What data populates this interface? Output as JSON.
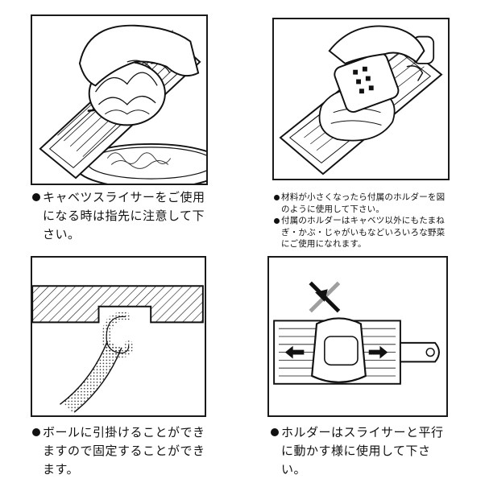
{
  "panels": [
    {
      "id": "top-left",
      "captions": [
        "キャベツスライサーをご使用になる時は指先に注意して下さい。"
      ]
    },
    {
      "id": "top-right",
      "captions": [
        "材料が小さくなったら付属のホルダーを図のように使用して下さい。",
        "付属のホルダーはキャベツ以外にもたまねぎ・かぶ・じゃがいもなどいろいろな野菜にご使用になれます。"
      ]
    },
    {
      "id": "bottom-left",
      "captions": [
        "ボールに引掛けることができますので固定することができます。"
      ]
    },
    {
      "id": "bottom-right",
      "captions": [
        "ホルダーはスライサーと平行に動かす様に使用して下さい。"
      ]
    }
  ]
}
